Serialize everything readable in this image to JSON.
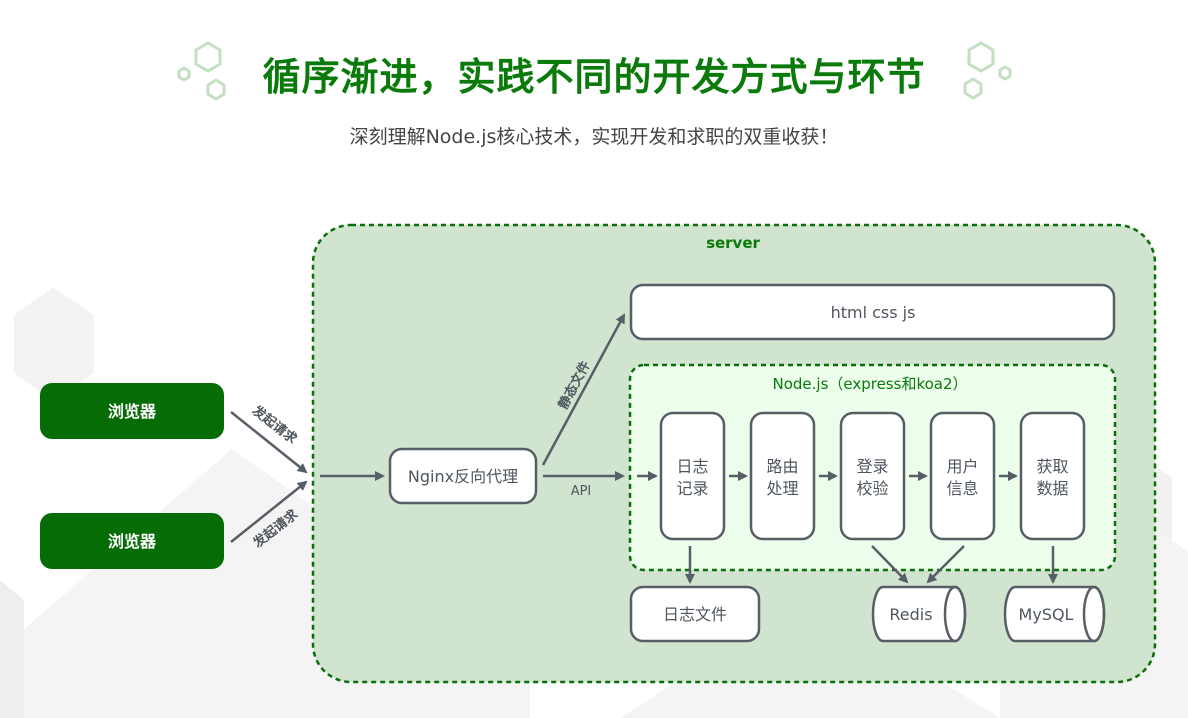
{
  "header": {
    "title": "循序渐进，实践不同的开发方式与环节",
    "subtitle": "深刻理解Node.js核心技术，实现开发和求职的双重收获！"
  },
  "colors": {
    "title_green": "#0a7a0a",
    "browser_fill": "#066c06",
    "server_fill": "#cde3cd",
    "node_fill": "#ecfdec",
    "dash_green": "#0a6e0a",
    "stroke_gray": "#585e66",
    "hex_decoration": "#c4dfc2"
  },
  "diagram": {
    "browsers": [
      {
        "label": "浏览器"
      },
      {
        "label": "浏览器"
      }
    ],
    "request_edges": [
      {
        "label": "发起请求"
      },
      {
        "label": "发起请求"
      }
    ],
    "server": {
      "label": "server"
    },
    "nginx": {
      "label": "Nginx反向代理"
    },
    "static_edge": {
      "label": "静态文件"
    },
    "api_edge": {
      "label": "API"
    },
    "static_files": {
      "label": "html css js"
    },
    "nodejs": {
      "label": "Node.js（express和koa2）",
      "steps": [
        {
          "line1": "日志",
          "line2": "记录"
        },
        {
          "line1": "路由",
          "line2": "处理"
        },
        {
          "line1": "登录",
          "line2": "校验"
        },
        {
          "line1": "用户",
          "line2": "信息"
        },
        {
          "line1": "获取",
          "line2": "数据"
        }
      ]
    },
    "storage": {
      "log_file": "日志文件",
      "redis": "Redis",
      "mysql": "MySQL"
    }
  }
}
